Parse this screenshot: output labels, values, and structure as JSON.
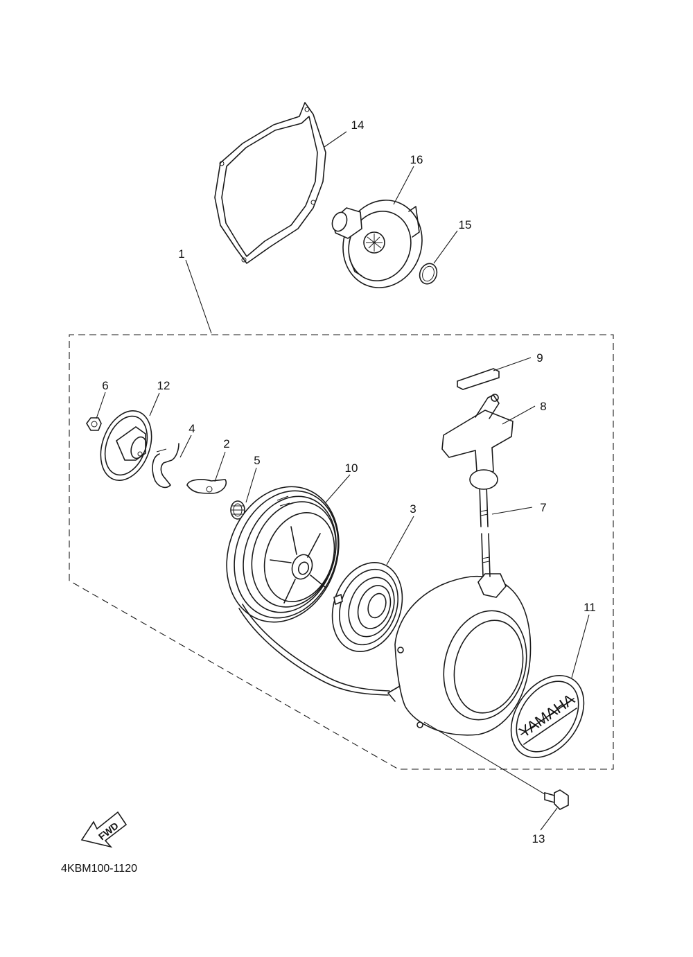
{
  "drawing_code": "4KBM100-1120",
  "fwd_label": "FWD",
  "brand_label": "YAMAHA",
  "callouts": [
    "1",
    "2",
    "3",
    "4",
    "5",
    "6",
    "7",
    "8",
    "9",
    "10",
    "11",
    "12",
    "13",
    "14",
    "15",
    "16"
  ]
}
